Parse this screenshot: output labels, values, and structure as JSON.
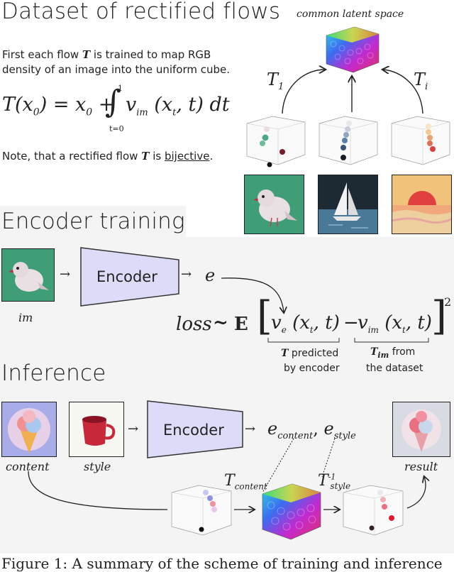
{
  "section1": {
    "title": "Dataset of rectified flows",
    "latent_label": "common latent space",
    "desc_line1": "First each flow",
    "desc_T": "T",
    "desc_line1b": "is trained to map RGB",
    "desc_line2": "density of an image into the uniform cube.",
    "formula_lhs": "T(x",
    "formula_sub0": "0",
    "formula_mid": ") = x",
    "formula_sub0b": "0",
    "formula_plus": "+",
    "formula_int": "∫",
    "formula_upper": "1",
    "formula_lower": "t=0",
    "formula_v": "v",
    "formula_vsub": "im",
    "formula_args": "(x",
    "formula_argsub": "t",
    "formula_args2": ", t) dt",
    "note_prefix": "Note, that a rectified flow",
    "note_T": "T",
    "note_is": "is",
    "note_bijective": "bijective",
    "note_suffix": ".",
    "T1": "T",
    "T1_sub": "1",
    "Ti": "T",
    "Ti_sub": "i"
  },
  "section2": {
    "title": "Encoder training",
    "encoder_label": "Encoder",
    "im_label": "im",
    "e_label": "e",
    "loss_word": "loss",
    "loss_tilde": "~",
    "loss_E": "E",
    "loss_v1": "v",
    "loss_v1sub": "e",
    "loss_args1": "(x",
    "loss_argsub1": "t",
    "loss_args1b": ", t)",
    "loss_minus": "−",
    "loss_v2": "v",
    "loss_v2sub": "im",
    "loss_args2": "(x",
    "loss_argsub2": "t",
    "loss_args2b": ", t)",
    "loss_sq": "2",
    "note1_T": "T",
    "note1_line1": "predicted",
    "note1_line2": "by encoder",
    "note2_T": "T",
    "note2_Tsub": "im",
    "note2_line1": "from",
    "note2_line2": "the dataset"
  },
  "section3": {
    "title": "Inference",
    "encoder_label": "Encoder",
    "content_label": "content",
    "style_label": "style",
    "result_label": "result",
    "e_content": "e",
    "e_content_sub": "content",
    "comma": ",",
    "e_style": "e",
    "e_style_sub": "style",
    "T_content": "T",
    "T_content_sub": "content",
    "T_style": "T",
    "T_style_sub": "style",
    "T_style_sup": "-1"
  },
  "caption": {
    "text": "Figure 1: A summary of the scheme of training and inference"
  },
  "colors": {
    "section_bg": "#f4f4f4",
    "encoder_fill": "#dcdcf8",
    "bird_bg": "#3f9e78",
    "boat_bg": "#1e2a33",
    "sunset_bg": "#f0c27a",
    "content_bg": "#a8ace8",
    "result_bg": "#d8dbe3"
  }
}
